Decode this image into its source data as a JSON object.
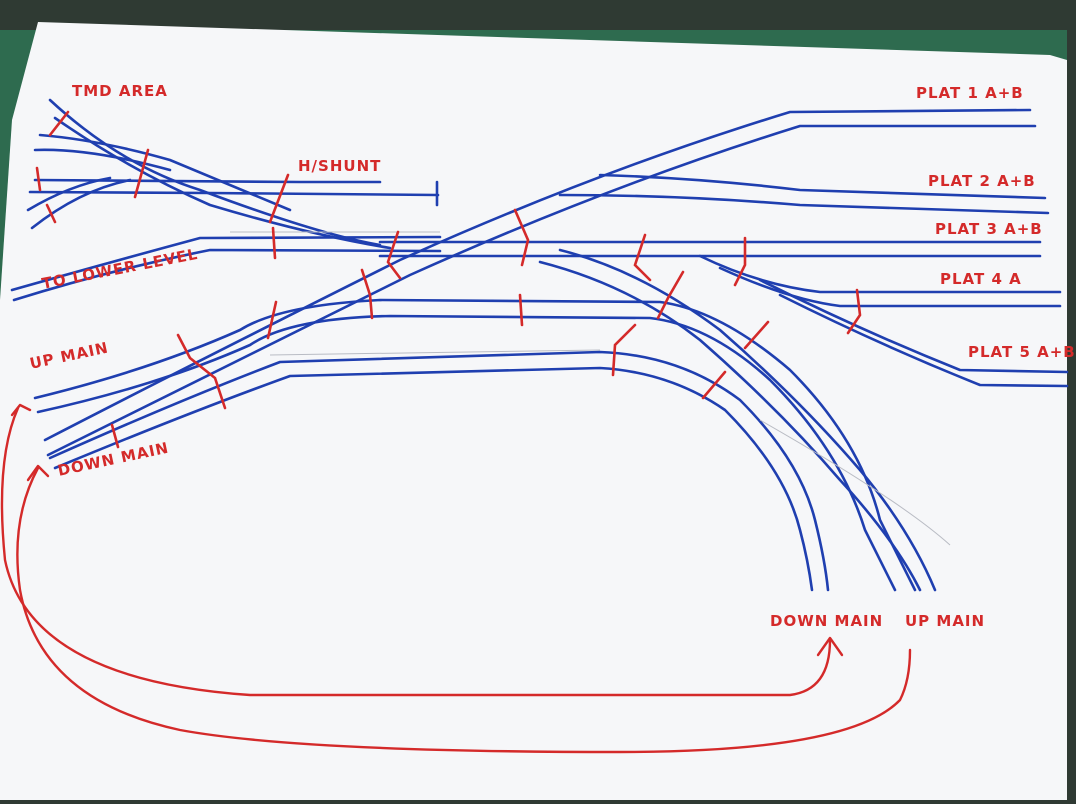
{
  "labels": {
    "tmd_area": "TMD AREA",
    "h_shunt": "H/SHUNT",
    "to_lower_level": "TO LOWER LEVEL",
    "up_main_left": "UP MAIN",
    "down_main_left": "DOWN MAIN",
    "plat_1": "PLAT 1 A+B",
    "plat_2": "PLAT 2 A+B",
    "plat_3": "PLAT 3 A+B",
    "plat_4": "PLAT 4 A",
    "plat_5": "PLAT 5 A+B",
    "down_main_bottom": "DOWN MAIN",
    "up_main_bottom": "UP MAIN"
  },
  "colors": {
    "track": "#1f3fb0",
    "annotation": "#d42a2a",
    "paper": "#f6f7f9",
    "background": "#2f3a33",
    "mat": "#2e6b4f"
  }
}
